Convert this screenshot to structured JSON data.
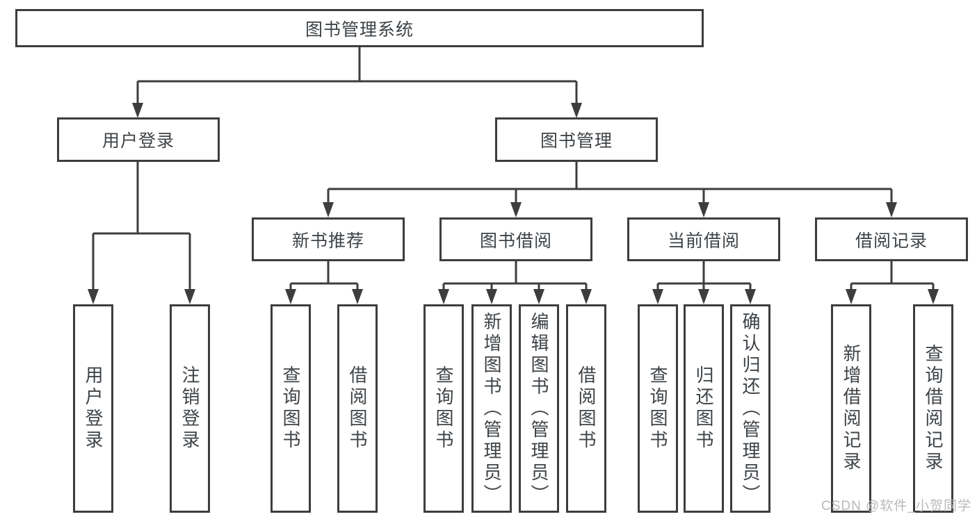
{
  "diagram": {
    "title": "图书管理系统",
    "level2": [
      "用户登录",
      "图书管理"
    ],
    "level3": [
      "新书推荐",
      "图书借阅",
      "当前借阅",
      "借阅记录"
    ],
    "leaves": [
      "用户登录",
      "注销登录",
      "查询图书",
      "借阅图书",
      "查询图书",
      "新增图书（管理员）",
      "编辑图书（管理员）",
      "借阅图书",
      "查询图书",
      "归还图书",
      "确认归还（管理员）",
      "新增借阅记录",
      "查询借阅记录"
    ]
  },
  "watermark": "CSDN @软件_小贺同学",
  "colors": {
    "line": "#3d3d3d",
    "text": "#3e4347",
    "box_bg": "#ffffff",
    "watermark": "#b9b9b9"
  }
}
